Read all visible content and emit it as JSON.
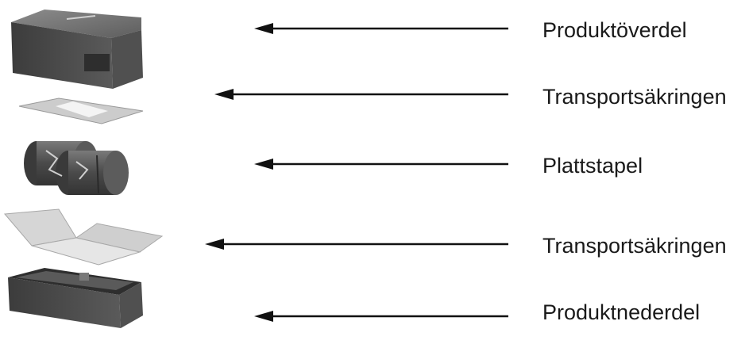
{
  "labels": {
    "top_cover": "Produktöverdel",
    "transport_lock_upper": "Transportsäkringen",
    "plate_stack": "Plattstapel",
    "transport_lock_lower": "Transportsäkringen",
    "bottom_part": "Produktnederdel"
  },
  "colors": {
    "housing_dark": "#4a4a4a",
    "housing_mid": "#6b6b6b",
    "housing_light": "#8a8a8a",
    "insert_light": "#d9d9d9",
    "arrow": "#111111",
    "text": "#1a1a1a"
  }
}
